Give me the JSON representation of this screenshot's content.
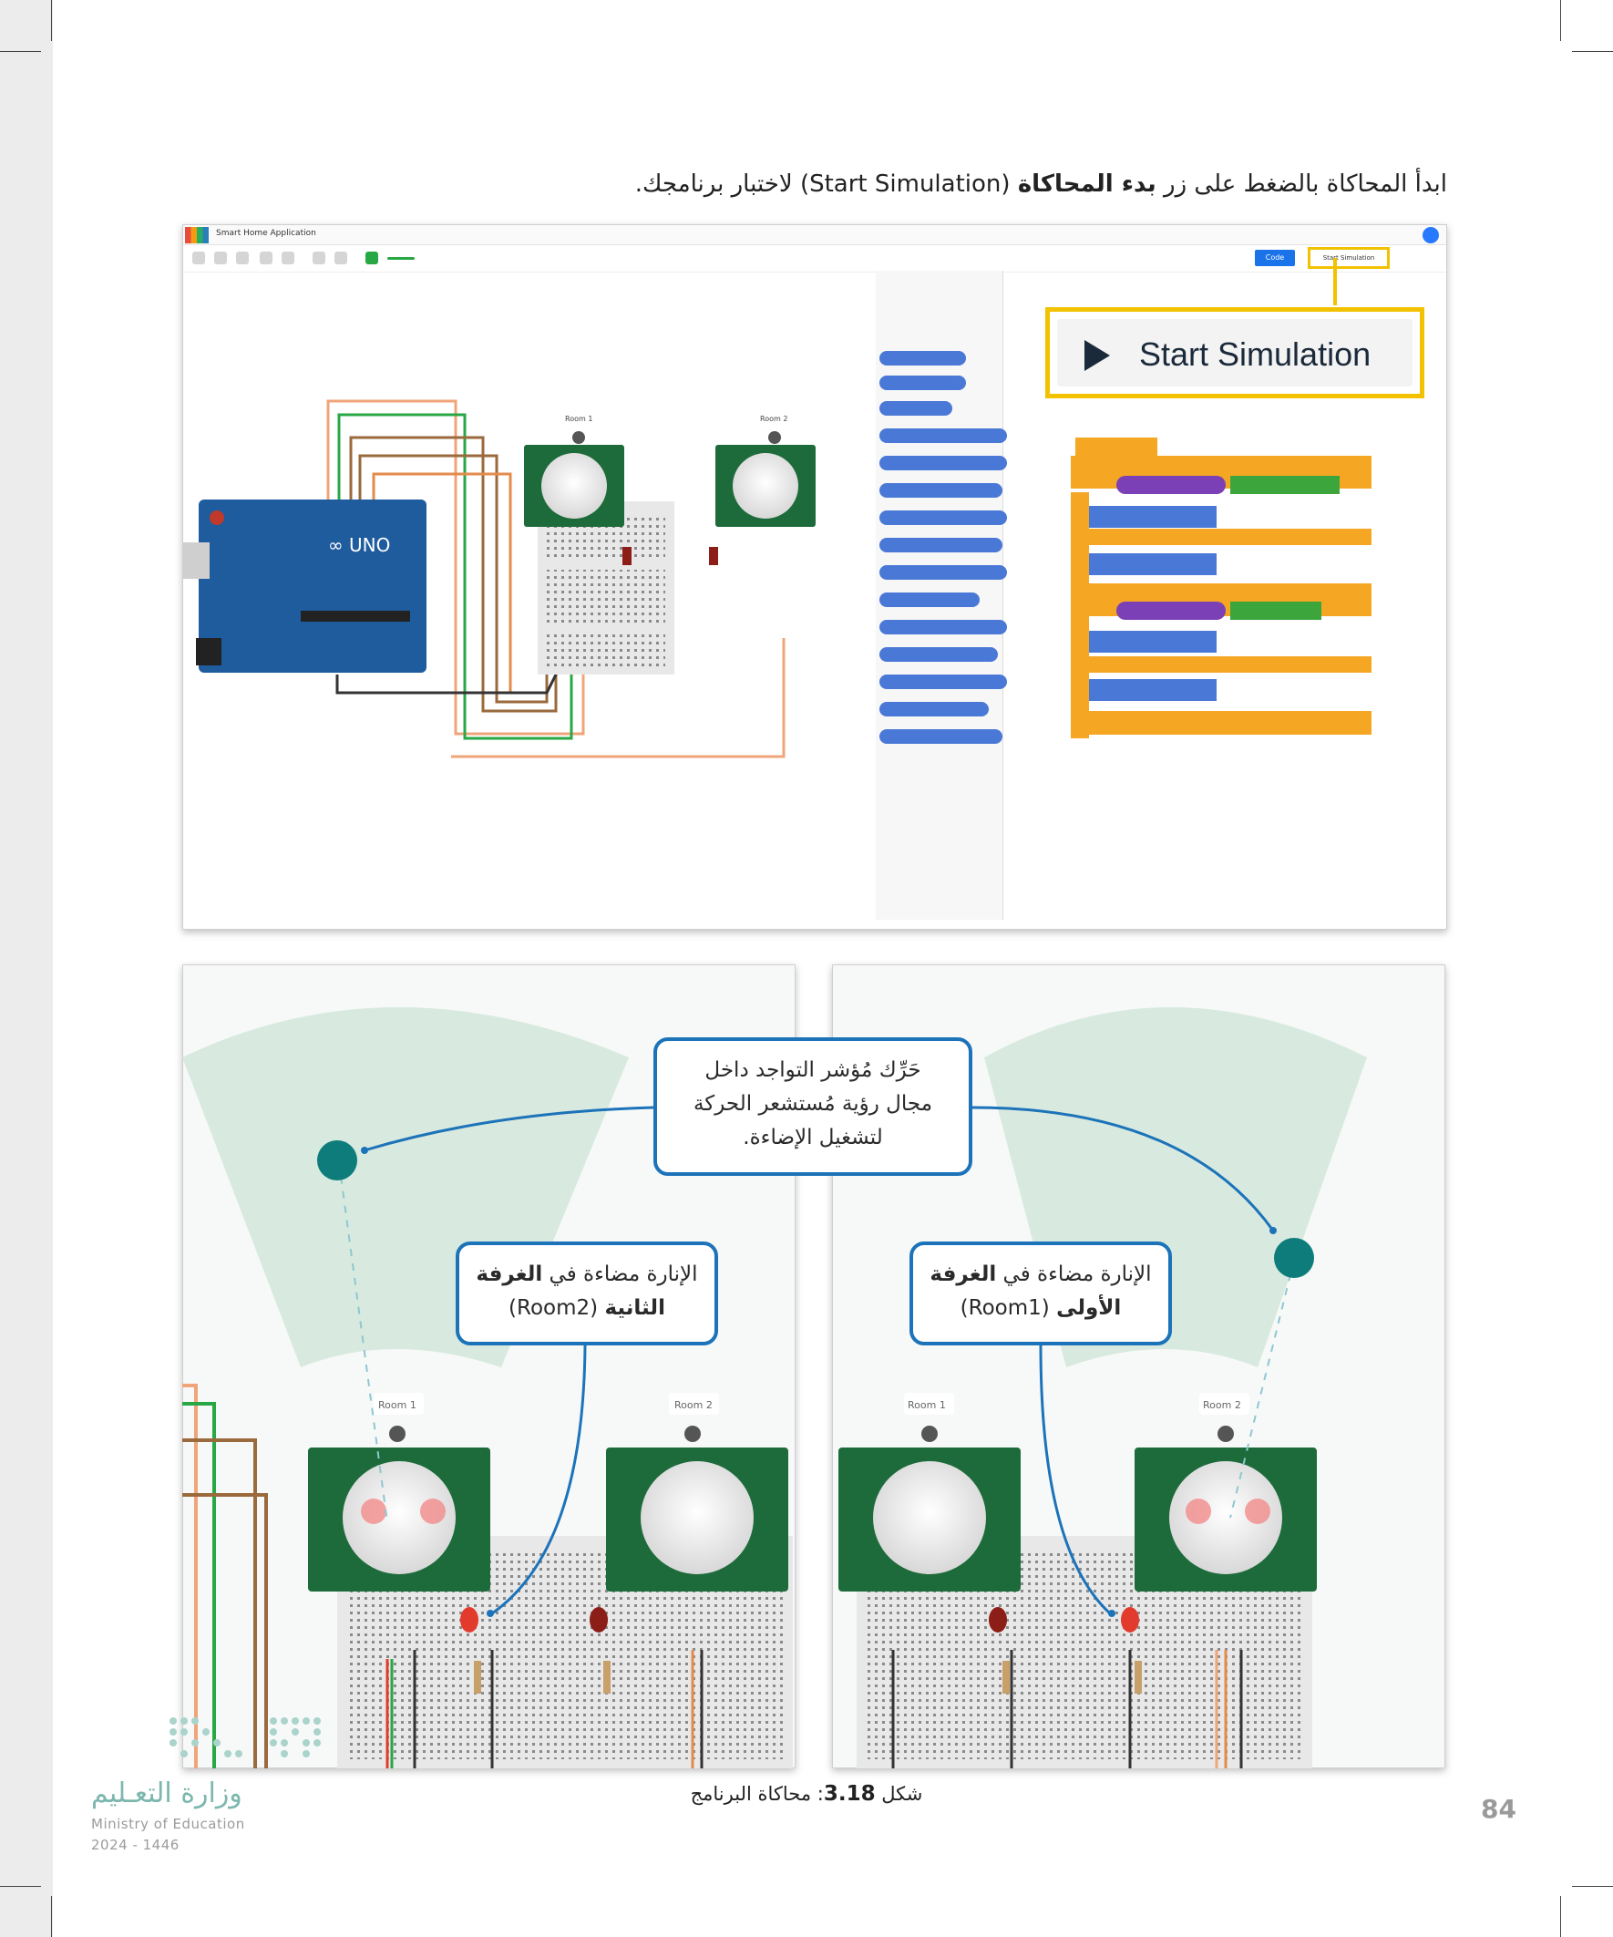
{
  "instruction": {
    "part1": "ابدأ المحاكاة بالضغط على زر ",
    "bold1": "بدء المحاكاة",
    "part2": " (Start Simulation) لاختبار برنامجك."
  },
  "screenshot": {
    "app_title": "Smart Home Application",
    "code_button": "Code",
    "start_small": "Start Simulation",
    "start_simulation_label": "Start Simulation",
    "room1_label": "Room 1",
    "room2_label": "Room 2"
  },
  "simulation": {
    "room1_label": "Room 1",
    "room2_label": "Room 2"
  },
  "callouts": {
    "center_line1": "حَرِّك مُؤشر التواجد داخل",
    "center_line2": "مجال رؤية مُستشعر الحركة",
    "center_line3": "لتشغيل الإضاءة.",
    "left_line1_pre": "الإنارة مضاءة في ",
    "left_line1_bold": "الغرفة",
    "left_line2_bold": "الثانية",
    "left_line2_rest": " (Room2)",
    "right_line1_pre": "الإنارة مضاءة في ",
    "right_line1_bold": "الغرفة",
    "right_line2_bold": "الأولى",
    "right_line2_rest": " (Room1)"
  },
  "caption": {
    "prefix": "شكل ",
    "number": "3.18",
    "text": ": محاكاة البرنامج"
  },
  "page_number": "84",
  "ministry": {
    "name_ar": "وزارة التعـليم",
    "name_en": "Ministry of Education",
    "year": "2024 - 1446"
  },
  "colors": {
    "callout_border": "#1c73b9",
    "highlight": "#f2c200",
    "arduino": "#1f5c9e",
    "sensor_board": "#1d6b3a",
    "led": "#e23b2e",
    "sensor_cone": "#d4e8dc",
    "cursor_dot": "#0f7c7c"
  }
}
